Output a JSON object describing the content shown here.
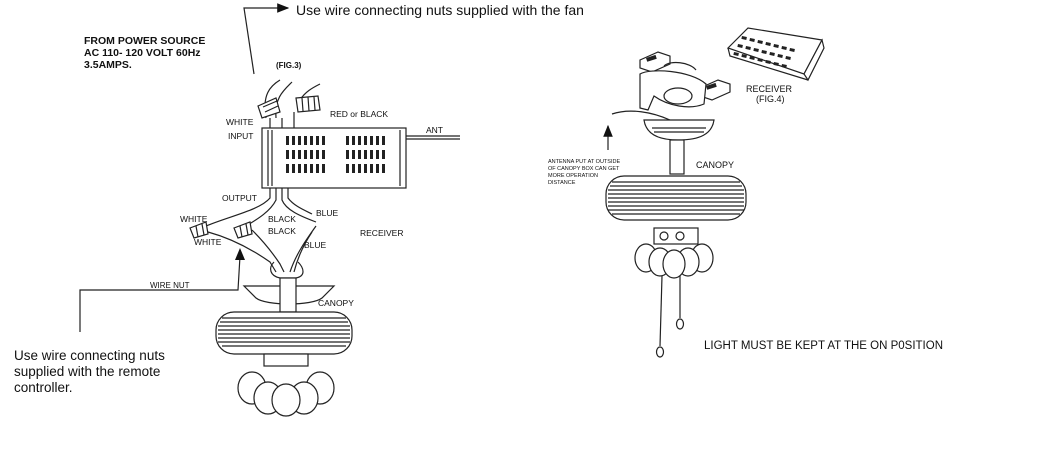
{
  "top_note": "Use wire connecting nuts supplied with the fan",
  "power_source": {
    "line1": "FROM POWER SOURCE",
    "line2": "AC 110- 120 VOLT 60Hz",
    "line3": "3.5AMPS."
  },
  "fig3": "(FIG.3)",
  "wires": {
    "white_top": "WHITE",
    "red_black": "RED or BLACK",
    "input": "INPUT",
    "ant": "ANT",
    "output": "OUTPUT",
    "white_left1": "WHITE",
    "white_left2": "WHITE",
    "black1": "BLACK",
    "black2": "BLACK",
    "blue1": "BLUE",
    "blue2": "BLUE",
    "receiver": "RECEIVER",
    "wire_nut": "WIRE NUT",
    "canopy_left": "CANOPY"
  },
  "bottom_note": {
    "line1": "Use wire connecting nuts",
    "line2": "supplied with the remote",
    "line3": "controller."
  },
  "right": {
    "receiver": "RECEIVER",
    "fig4": "(FIG.4)",
    "antenna_line1": "ANTENNA PUT AT OUTSIDE",
    "antenna_line2": "OF CANOPY BOX CAN GET",
    "antenna_line3": "MORE OPERATION",
    "antenna_line4": "DISTANCE",
    "canopy": "CANOPY",
    "light_note": "LIGHT MUST BE KEPT AT THE ON P0SITION"
  }
}
